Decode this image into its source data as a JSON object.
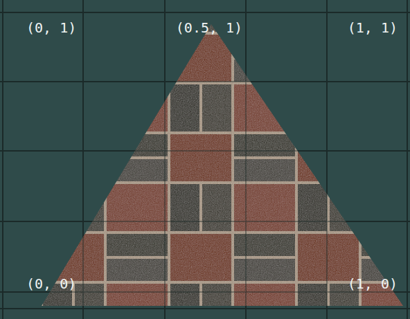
{
  "diagram": {
    "labels": [
      "(0, 1)",
      "(0.5, 1)",
      "(1, 1)",
      "(0, 0)",
      "(1, 0)"
    ]
  }
}
